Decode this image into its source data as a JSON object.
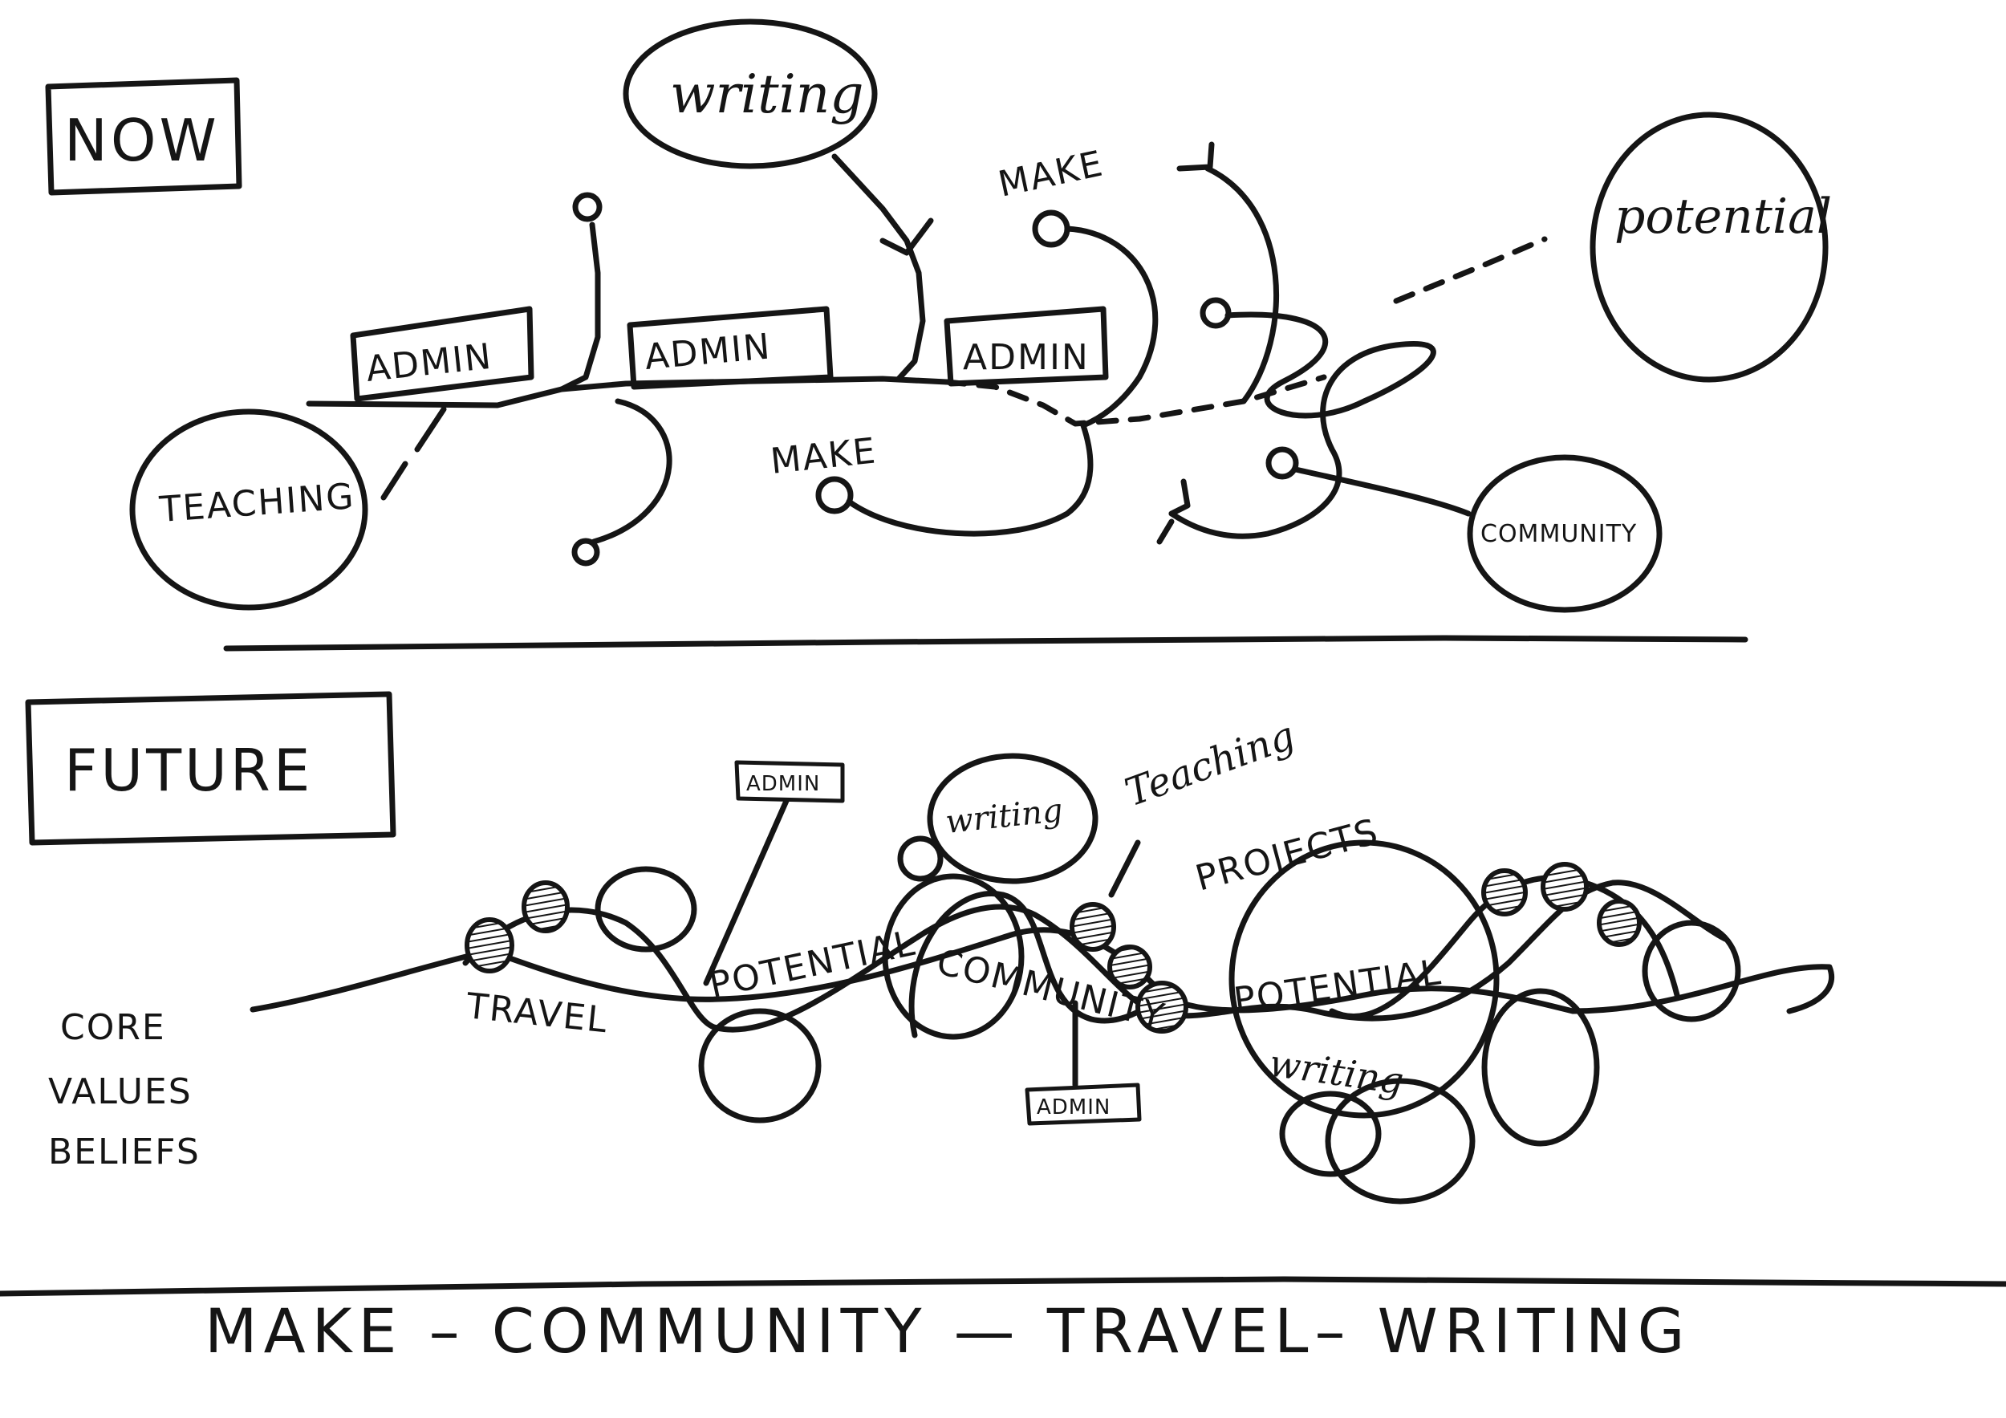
{
  "now_section": {
    "heading": "NOW",
    "nodes": {
      "writing": "writing",
      "potential": "potential",
      "teaching": "TEACHING",
      "community": "COMMUNITY",
      "admin_1": "ADMIN",
      "admin_2": "ADMIN",
      "admin_3": "ADMIN",
      "make_top": "MAKE",
      "make_mid": "MAKE"
    }
  },
  "future_section": {
    "heading": "FUTURE",
    "core_label_lines": [
      "CORE",
      "VALUES",
      "BELIEFS"
    ],
    "labels": {
      "admin_top": "ADMIN",
      "admin_bottom": "ADMIN",
      "writing_top": "writing",
      "teaching": "Teaching",
      "projects": "PROJECTS",
      "travel": "TRAVEL",
      "potential_1": "POTENTIAL",
      "community": "COMMUNITY",
      "potential_2": "POTENTIAL",
      "writing_bottom": "writing"
    }
  },
  "footer": {
    "summary": "MAKE  –  COMMUNITY  —  TRAVEL–  WRITING"
  }
}
